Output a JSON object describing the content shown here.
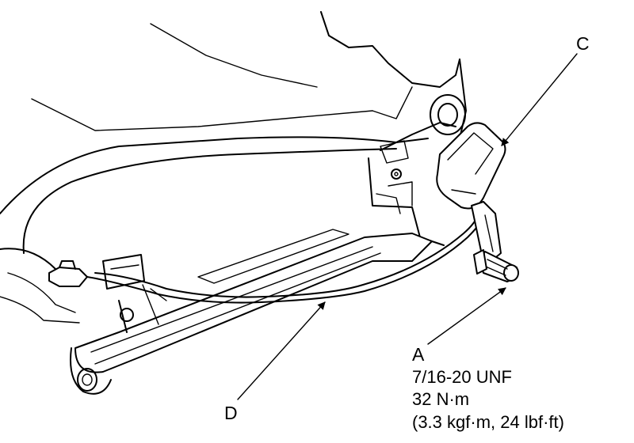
{
  "callouts": {
    "a": "A",
    "c": "C",
    "d": "D"
  },
  "torque_spec": {
    "thread": "7/16-20 UNF",
    "torque_metric": "32 N·m",
    "torque_alt": "(3.3 kgf·m, 24 lbf·ft)"
  }
}
